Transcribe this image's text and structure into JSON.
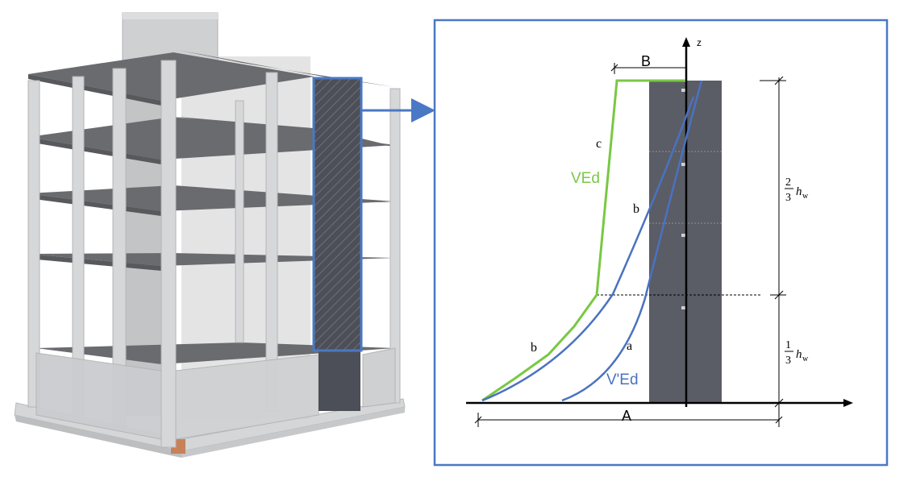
{
  "diagram": {
    "labels": {
      "B": "B",
      "A": "A",
      "z": "z",
      "c": "c",
      "b_upper": "b",
      "b_lower": "b",
      "a": "a",
      "VEd": "VEd",
      "VpEd": "V'Ed"
    },
    "fractions": {
      "upper": {
        "num": "2",
        "den": "3",
        "var": "h",
        "sub": "w"
      },
      "lower": {
        "num": "1",
        "den": "3",
        "var": "h",
        "sub": "w"
      }
    }
  },
  "colors": {
    "frame_blue": "#4a78c4",
    "green_curve": "#79c843",
    "blue_curve": "#4a72c0",
    "wall_dark": "#5a5d66",
    "building_grey": "#c8c9cb",
    "slab_dark": "#6a6b6f"
  }
}
